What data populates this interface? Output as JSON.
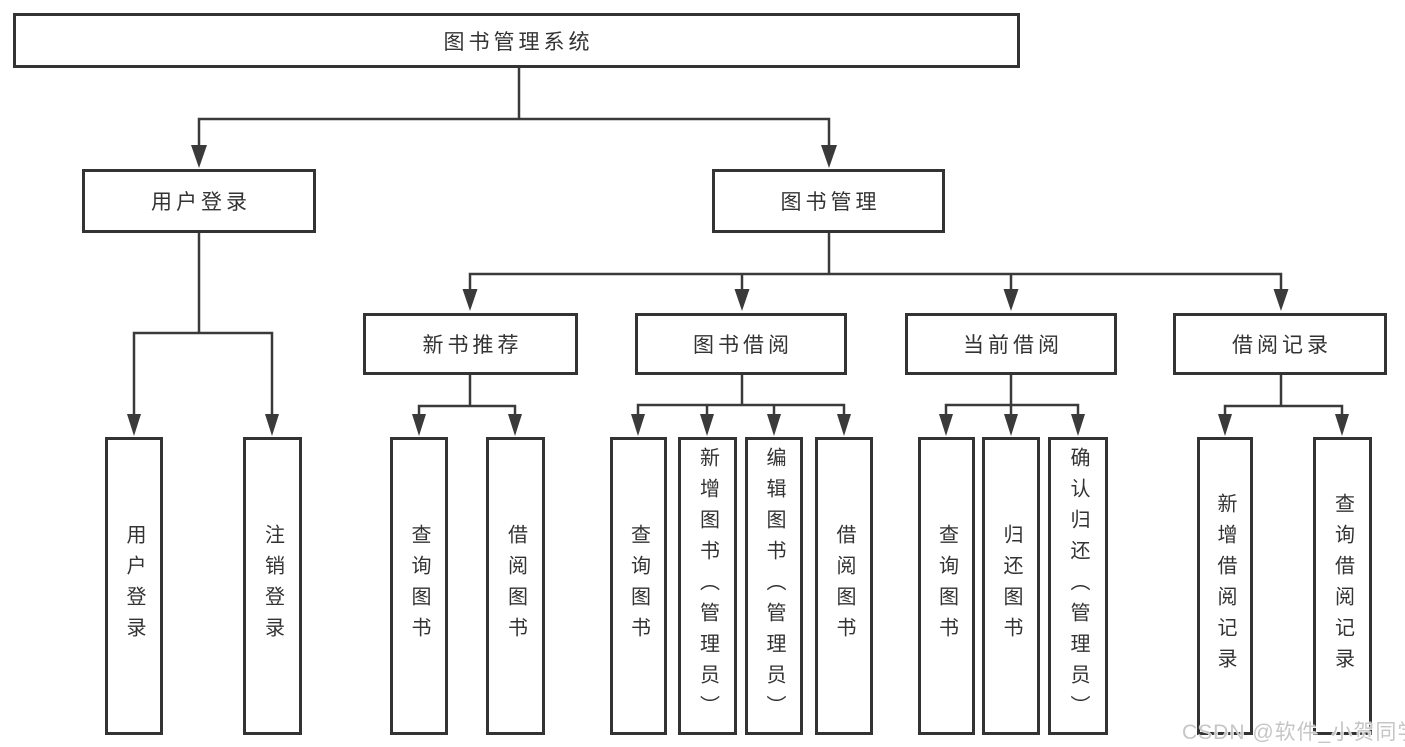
{
  "diagram": {
    "type": "hierarchy",
    "colors": {
      "line": "#3a3a3a",
      "box_border": "#333333",
      "text": "#333333",
      "watermark": "#c6c6c6",
      "background": "#ffffff"
    },
    "tree": {
      "label": "图书管理系统",
      "children": [
        {
          "label": "用户登录",
          "children": [
            {
              "label": "用户登录"
            },
            {
              "label": "注销登录"
            }
          ]
        },
        {
          "label": "图书管理",
          "children": [
            {
              "label": "新书推荐",
              "children": [
                {
                  "label": "查询图书"
                },
                {
                  "label": "借阅图书"
                }
              ]
            },
            {
              "label": "图书借阅",
              "children": [
                {
                  "label": "查询图书"
                },
                {
                  "label": "新增图书（管理员）"
                },
                {
                  "label": "编辑图书（管理员）"
                },
                {
                  "label": "借阅图书"
                }
              ]
            },
            {
              "label": "当前借阅",
              "children": [
                {
                  "label": "查询图书"
                },
                {
                  "label": "归还图书"
                },
                {
                  "label": "确认归还（管理员）"
                }
              ]
            },
            {
              "label": "借阅记录",
              "children": [
                {
                  "label": "新增借阅记录"
                },
                {
                  "label": "查询借阅记录"
                }
              ]
            }
          ]
        }
      ]
    },
    "watermark": "CSDN @软件_小贺同学"
  }
}
